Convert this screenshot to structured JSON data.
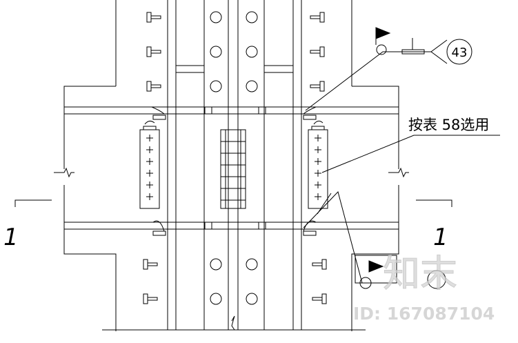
{
  "labels": {
    "callout_number": "43",
    "note": "按表 58选用",
    "section_mark_left": "1",
    "section_mark_right": "1"
  },
  "watermark": {
    "brand": "知末",
    "id_text": "ID: 167087104"
  },
  "colors": {
    "line": "#000000",
    "background": "#ffffff",
    "watermark": "#c8c8c8"
  }
}
